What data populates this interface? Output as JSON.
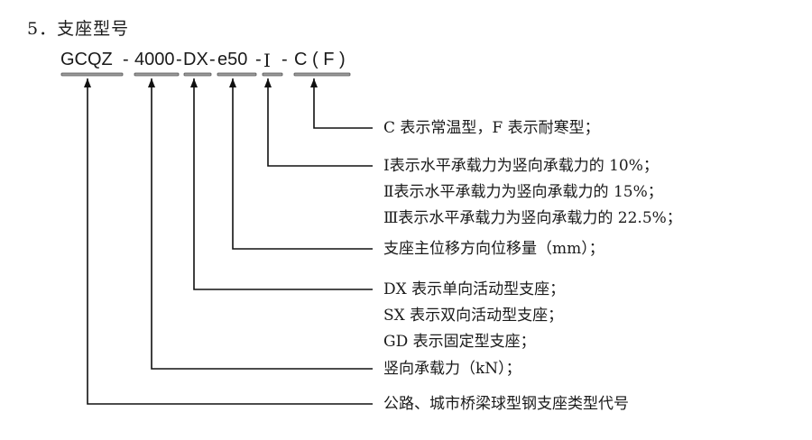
{
  "heading": "5．支座型号",
  "model_code": {
    "segments": [
      {
        "id": "type",
        "text": "GCQZ"
      },
      {
        "id": "sep1",
        "text": "-"
      },
      {
        "id": "load",
        "text": "4000"
      },
      {
        "id": "sep2",
        "text": "-"
      },
      {
        "id": "direction",
        "text": "DX"
      },
      {
        "id": "sep3",
        "text": "-"
      },
      {
        "id": "displacement",
        "text": "e50"
      },
      {
        "id": "sep4",
        "text": "-"
      },
      {
        "id": "horizontal",
        "text": "Ⅰ"
      },
      {
        "id": "sep5",
        "text": "-"
      },
      {
        "id": "temperature",
        "text": "C ( F )"
      }
    ]
  },
  "descriptions": {
    "temperature": [
      "C 表示常温型，F 表示耐寒型；"
    ],
    "horizontal": [
      "Ⅰ表示水平承载力为竖向承载力的 10%；",
      "Ⅱ表示水平承载力为竖向承载力的 15%；",
      "Ⅲ表示水平承载力为竖向承载力的 22.5%；"
    ],
    "displacement": [
      "支座主位移方向位移量（mm）；"
    ],
    "direction": [
      "DX 表示单向活动型支座；",
      "SX 表示双向活动型支座；",
      "GD 表示固定型支座；"
    ],
    "load": [
      "竖向承载力（kN）；"
    ],
    "type": [
      "公路、城市桥梁球型钢支座类型代号"
    ]
  }
}
